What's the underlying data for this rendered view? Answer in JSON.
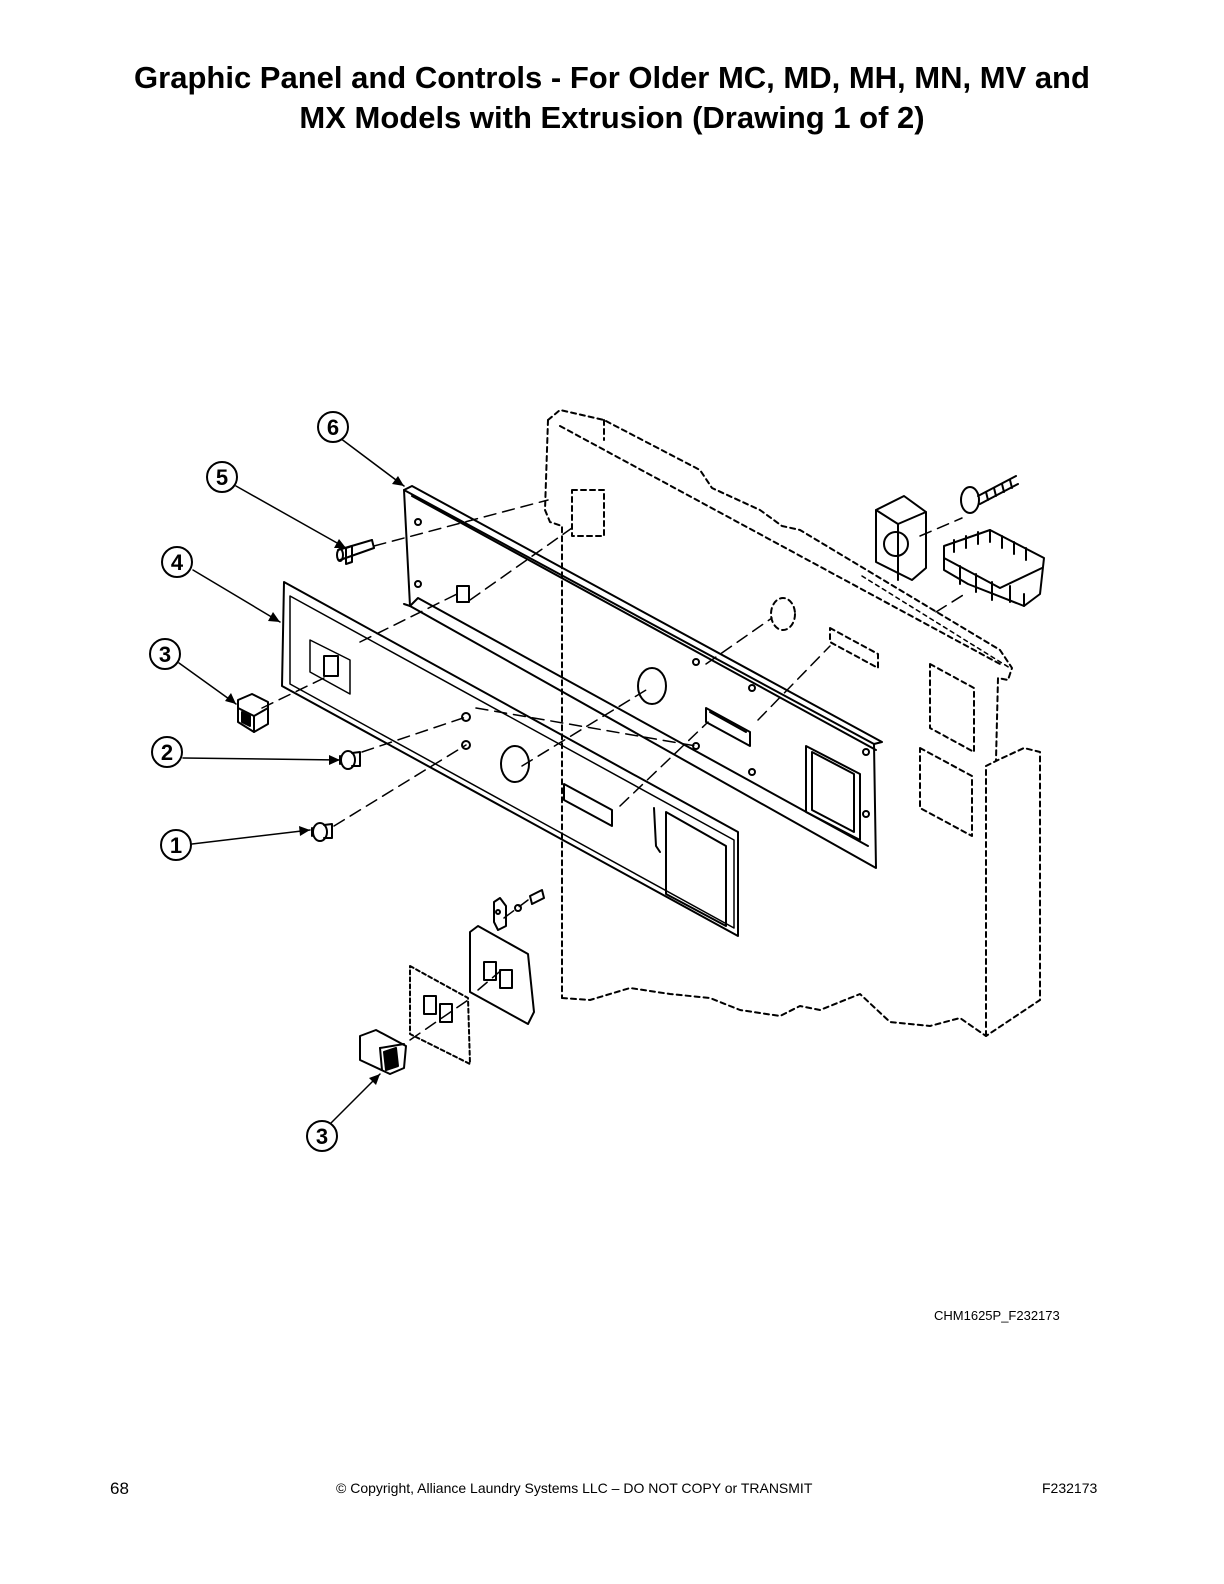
{
  "page": {
    "title_line1": "Graphic Panel and Controls - For Older MC, MD, MH, MN, MV and",
    "title_line2": "MX Models with Extrusion (Drawing 1 of 2)",
    "drawing_ref": "CHM1625P_F232173",
    "page_number": "68",
    "copyright": "© Copyright, Alliance Laundry Systems LLC – DO NOT COPY or TRANSMIT",
    "figure_id": "F232173"
  },
  "callouts": [
    {
      "label": "6",
      "part": "extrusion"
    },
    {
      "label": "5",
      "part": "pin"
    },
    {
      "label": "4",
      "part": "graphic-panel"
    },
    {
      "label": "3",
      "part": "rocker-switch-top"
    },
    {
      "label": "2",
      "part": "plug-button"
    },
    {
      "label": "1",
      "part": "plug-button-lower"
    },
    {
      "label": "3",
      "part": "rocker-switch-bottom"
    }
  ]
}
